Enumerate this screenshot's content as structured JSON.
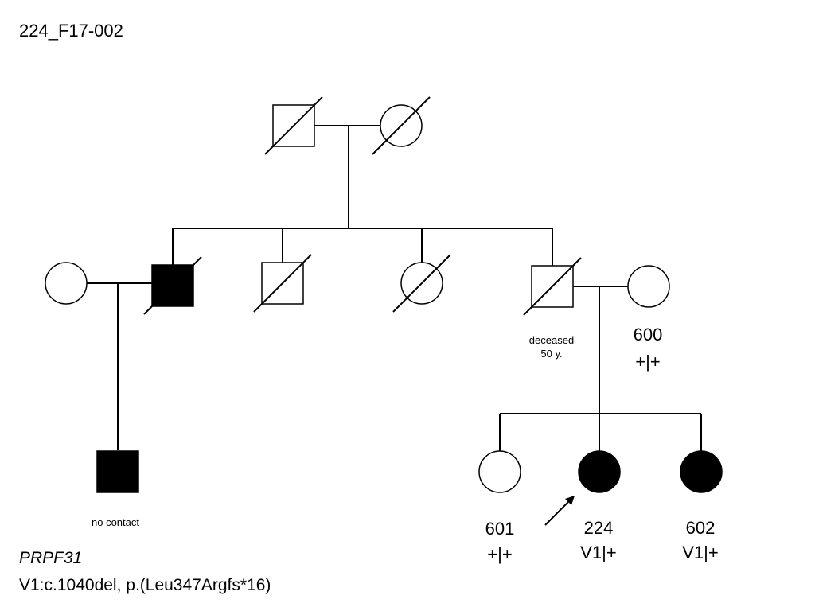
{
  "family_id": "224_F17-002",
  "colors": {
    "affected": "#000000",
    "unaffected": "#ffffff",
    "line": "#000000"
  },
  "individuals": [
    {
      "key": "gf",
      "sex": "male",
      "affected": false,
      "deceased": true
    },
    {
      "key": "gm",
      "sex": "female",
      "affected": false,
      "deceased": true
    },
    {
      "key": "aunt_in_law",
      "sex": "female",
      "affected": false,
      "deceased": false
    },
    {
      "key": "uncle1",
      "sex": "male",
      "affected": true,
      "deceased": true
    },
    {
      "key": "uncle2",
      "sex": "male",
      "affected": false,
      "deceased": true
    },
    {
      "key": "aunt1",
      "sex": "female",
      "affected": false,
      "deceased": true
    },
    {
      "key": "father",
      "sex": "male",
      "affected": false,
      "deceased": true,
      "note": "deceased",
      "note2": "50 y."
    },
    {
      "key": "mother",
      "sex": "female",
      "affected": false,
      "deceased": false,
      "id": "600",
      "genotype": "+|+"
    },
    {
      "key": "cousin",
      "sex": "male",
      "affected": true,
      "deceased": false,
      "note": "no contact"
    },
    {
      "key": "sib1",
      "sex": "female",
      "affected": false,
      "deceased": false,
      "id": "601",
      "genotype": "+|+"
    },
    {
      "key": "proband",
      "sex": "female",
      "affected": true,
      "deceased": false,
      "proband": true,
      "id": "224",
      "genotype": "V1|+"
    },
    {
      "key": "sib2",
      "sex": "female",
      "affected": true,
      "deceased": false,
      "id": "602",
      "genotype": "V1|+"
    }
  ],
  "variant": {
    "gene": "PRPF31",
    "description": "V1:c.1040del, p.(Leu347Argfs*16)"
  }
}
